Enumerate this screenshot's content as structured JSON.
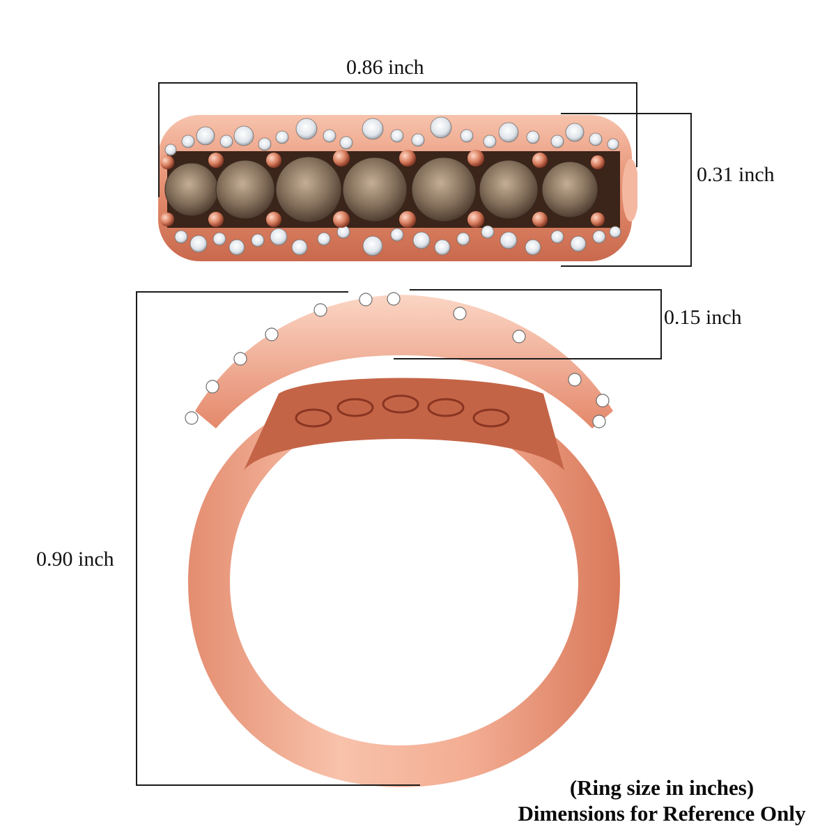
{
  "dimensions": {
    "width_top": "0.86 inch",
    "height_top": "0.31 inch",
    "crown_height": "0.15 inch",
    "total_height": "0.90 inch"
  },
  "caption": {
    "line1": "(Ring size in inches)",
    "line2": "Dimensions for Reference Only"
  },
  "product": {
    "metal_color": "#f2a58a",
    "metal_shadow": "#c86a4e",
    "center_stone_color": "#8a7562",
    "accent_stone_color": "#e8ecf0",
    "center_stone_count": 7
  }
}
